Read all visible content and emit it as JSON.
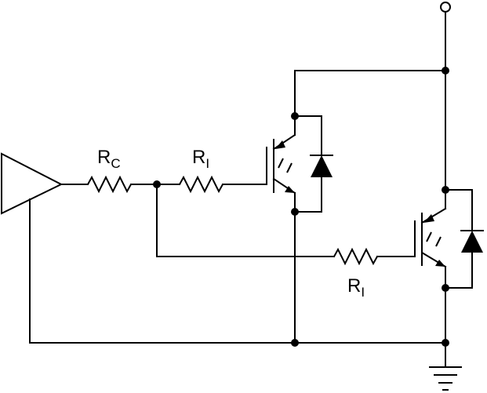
{
  "labels": {
    "rc": {
      "main": "R",
      "sub": "C"
    },
    "ri_top": {
      "main": "R",
      "sub": "I"
    },
    "ri_bottom": {
      "main": "R",
      "sub": "I"
    }
  }
}
